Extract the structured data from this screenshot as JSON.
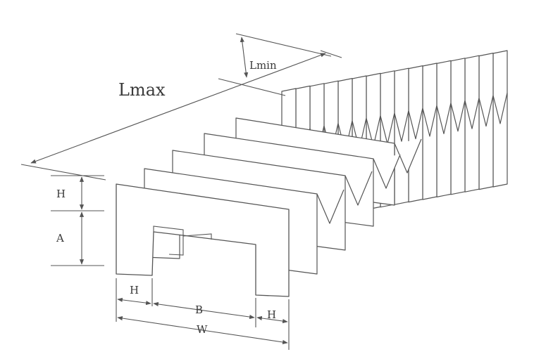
{
  "diagram": {
    "labels": {
      "lmax": "Lmax",
      "lmin": "Lmin",
      "h_top": "H",
      "a": "A",
      "h_left": "H",
      "b": "B",
      "h_right": "H",
      "w": "W"
    },
    "colors": {
      "line": "#555555",
      "fill": "#ffffff",
      "text": "#3a3a3a"
    }
  }
}
